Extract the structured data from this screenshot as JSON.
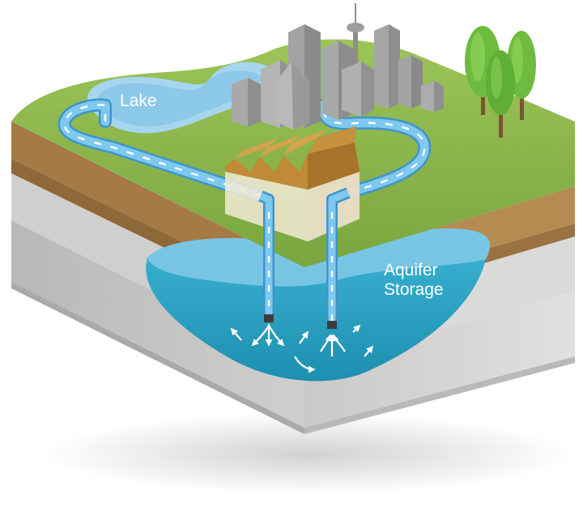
{
  "labels": {
    "lake": "Lake",
    "aquifer_line1": "Aquifer",
    "aquifer_line2": "Storage"
  },
  "colors": {
    "grass": "#8cb84a",
    "grass_dark": "#7aa63f",
    "soil_top": "#b58b52",
    "soil_side": "#9a7140",
    "rock_light": "#d8d8d6",
    "rock_mid": "#c4c4c2",
    "rock_dark": "#aeaeac",
    "water_light": "#7fc6e6",
    "water": "#2aa6c7",
    "water_deep": "#1e8fb0",
    "pipe_stroke": "#4aa3d6",
    "arrow": "#ffffff",
    "building": "#9a9a9a",
    "tree": "#6dbb3f",
    "trunk": "#7a5532",
    "plant_roof": "#b07a2e"
  },
  "icons": {
    "buildings": "city-buildings-icon",
    "trees": "tree-icon",
    "plant": "geothermal-plant-icon"
  }
}
